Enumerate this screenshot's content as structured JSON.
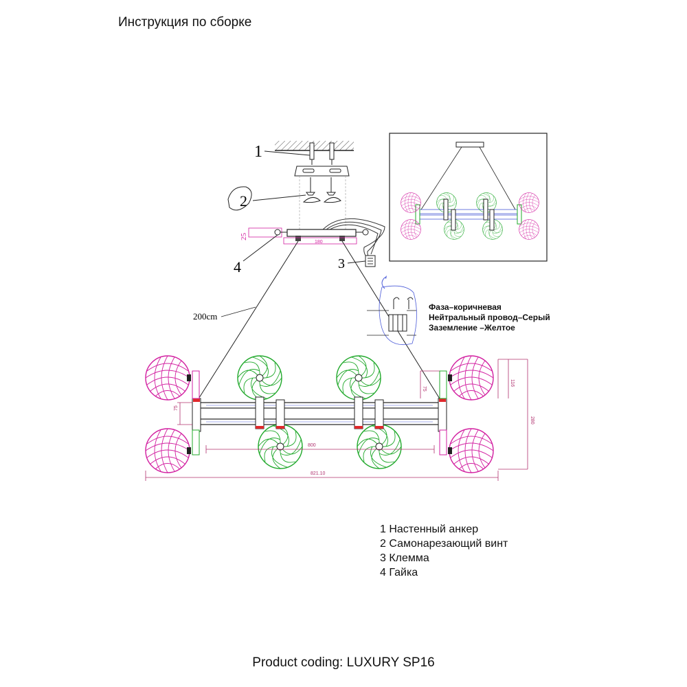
{
  "page_title": "Инструкция по сборке",
  "footer": "Product coding: LUXURY SP16",
  "legend": [
    "1 Настенный анкер",
    "2 Самонарезающий винт",
    "3 Клемма",
    "4 Гайка"
  ],
  "wiring": [
    "Фаза–коричневая",
    "Нейтральный провод–Серый",
    "Заземление –Желтое"
  ],
  "callouts": {
    "c1": "1",
    "c2": "2",
    "c3": "3",
    "c4": "4"
  },
  "dimensions": {
    "cable": "200cm",
    "canopy_height": "25",
    "canopy_width": "180",
    "bar_length": "800",
    "total_width": "821.10",
    "height_total": "280",
    "height_upper": "116",
    "bar_offset": "75",
    "bar_height": "75"
  },
  "colors": {
    "pink_shade": "#d21ea0",
    "green_shade": "#1fa82a",
    "dimension_line": "#b0306e",
    "lines": "#222222"
  }
}
